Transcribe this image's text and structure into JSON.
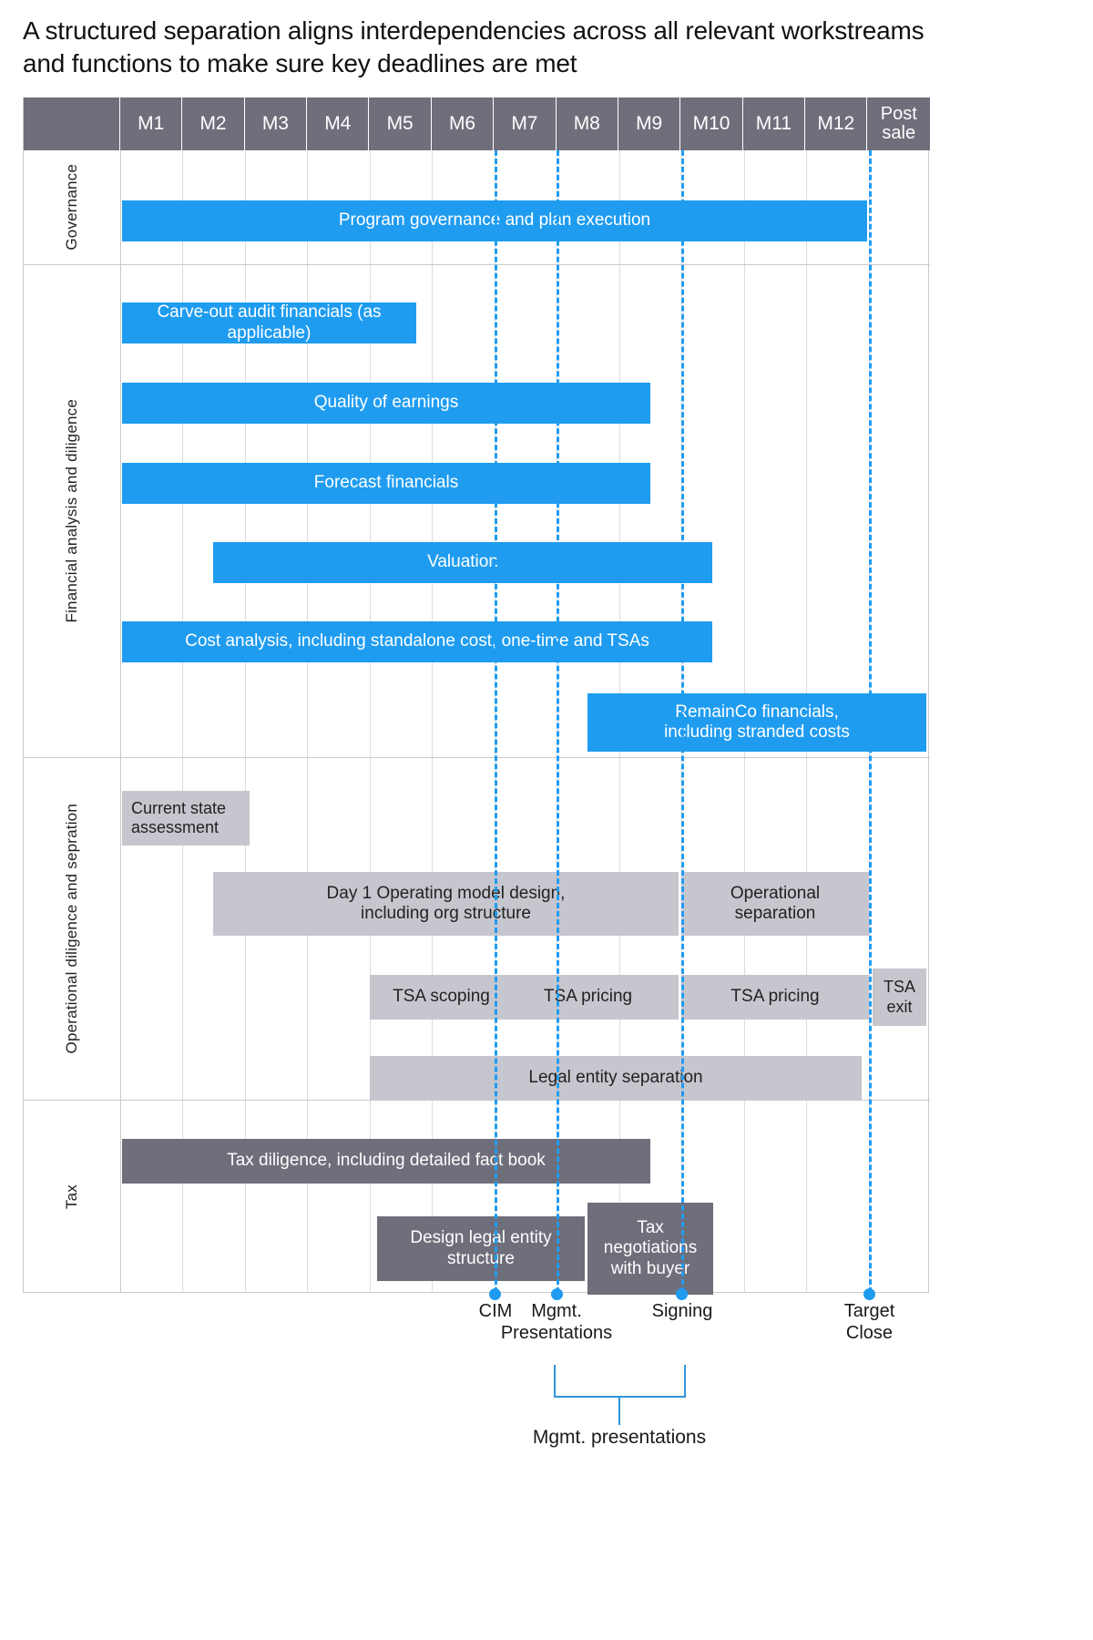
{
  "title": "A structured separation aligns interdependencies across all relevant workstreams and functions to make sure key deadlines are met",
  "colors": {
    "blue": "#1f9cf0",
    "grey": "#c6c6ce",
    "dark": "#6f6f7b",
    "grid": "#dcdcdc",
    "milestone": "#1f9cf0",
    "bracket": "#2f95d8"
  },
  "header": {
    "row_label_header": "",
    "columns": [
      "M1",
      "M2",
      "M3",
      "M4",
      "M5",
      "M6",
      "M7",
      "M8",
      "M9",
      "M10",
      "M11",
      "M12",
      "Post\nsale"
    ]
  },
  "lanes": [
    {
      "label": "Governance"
    },
    {
      "label": "Financial analysis and diligence"
    },
    {
      "label": "Operational diligence and sepration"
    },
    {
      "label": "Tax"
    }
  ],
  "bars": [
    {
      "lane": "Governance",
      "label": "Program governance and plan execution",
      "style": "blue",
      "start": "M1",
      "end": "M12"
    },
    {
      "lane": "Financial analysis and diligence",
      "label": "Carve-out audit financials (as applicable)",
      "style": "blue",
      "start": "M1",
      "end": "M6"
    },
    {
      "lane": "Financial analysis and diligence",
      "label": "Quality of earnings",
      "style": "blue",
      "start": "M1",
      "end": "M9"
    },
    {
      "lane": "Financial analysis and diligence",
      "label": "Forecast financials",
      "style": "blue",
      "start": "M1",
      "end": "M9"
    },
    {
      "lane": "Financial analysis and diligence",
      "label": "Valuation",
      "style": "blue",
      "start": "M2",
      "end": "M10"
    },
    {
      "lane": "Financial analysis and diligence",
      "label": "Cost analysis, including standalone cost, one-time and TSAs",
      "style": "blue",
      "start": "M1",
      "end": "M10"
    },
    {
      "lane": "Financial analysis and diligence",
      "label": "RemainCo financials,\nincluding stranded costs",
      "style": "blue",
      "start": "M8",
      "end": "Post sale"
    },
    {
      "lane": "Operational diligence and sepration",
      "label": "Current state\nassessment",
      "style": "grey",
      "start": "M1",
      "end": "M2"
    },
    {
      "lane": "Operational diligence and sepration",
      "label": "Day 1 Operating model design,\nincluding org structure",
      "style": "grey",
      "start": "M2",
      "end": "M9"
    },
    {
      "lane": "Operational diligence and sepration",
      "label": "Operational\nseparation",
      "style": "grey",
      "start": "M9",
      "end": "M12"
    },
    {
      "lane": "Operational diligence and sepration",
      "label": "TSA scoping",
      "style": "grey",
      "start": "M5",
      "end": "M7"
    },
    {
      "lane": "Operational diligence and sepration",
      "label": "TSA pricing",
      "style": "grey",
      "start": "M7",
      "end": "M9"
    },
    {
      "lane": "Operational diligence and sepration",
      "label": "TSA pricing",
      "style": "grey",
      "start": "M9",
      "end": "M12"
    },
    {
      "lane": "Operational diligence and sepration",
      "label": "TSA\nexit",
      "style": "grey",
      "start": "Post sale",
      "end": "Post sale"
    },
    {
      "lane": "Operational diligence and sepration",
      "label": "Legal entity separation",
      "style": "grey",
      "start": "M5",
      "end": "M12"
    },
    {
      "lane": "Tax",
      "label": "Tax diligence, including detailed fact book",
      "style": "dark",
      "start": "M1",
      "end": "M9"
    },
    {
      "lane": "Tax",
      "label": "Design legal entity\nstructure",
      "style": "dark",
      "start": "M5",
      "end": "M8"
    },
    {
      "lane": "Tax",
      "label": "Tax\nnegotiations\nwith buyer",
      "style": "dark",
      "start": "M8",
      "end": "M10"
    }
  ],
  "milestones": [
    {
      "name": "cim",
      "label": "CIM",
      "at": "M7 end"
    },
    {
      "name": "mgmt-presentations",
      "label": "Mgmt.\nPresentations",
      "at": "M8 end"
    },
    {
      "name": "signing",
      "label": "Signing",
      "at": "M9 end"
    },
    {
      "name": "target-close",
      "label": "Target\nClose",
      "at": "M12 end"
    }
  ],
  "bracket": {
    "label": "Mgmt. presentations",
    "from": "Mgmt. Presentations",
    "to": "Signing"
  },
  "chart_data": {
    "type": "bar",
    "subtype": "gantt",
    "title": "A structured separation aligns interdependencies across all relevant workstreams and functions to make sure key deadlines are met",
    "xlabel": "",
    "ylabel": "",
    "categories": [
      "M1",
      "M2",
      "M3",
      "M4",
      "M5",
      "M6",
      "M7",
      "M8",
      "M9",
      "M10",
      "M11",
      "M12",
      "Post sale"
    ],
    "xlim": [
      0,
      13
    ],
    "grid": true,
    "legend": "none",
    "series": [
      {
        "name": "Program governance and plan execution",
        "lane": "Governance",
        "color": "#1f9cf0",
        "start": 0,
        "end": 12
      },
      {
        "name": "Carve-out audit financials (as applicable)",
        "lane": "Financial analysis and diligence",
        "color": "#1f9cf0",
        "start": 0,
        "end": 6.3
      },
      {
        "name": "Quality of earnings",
        "lane": "Financial analysis and diligence",
        "color": "#1f9cf0",
        "start": 0,
        "end": 9
      },
      {
        "name": "Forecast financials",
        "lane": "Financial analysis and diligence",
        "color": "#1f9cf0",
        "start": 0,
        "end": 9
      },
      {
        "name": "Valuation",
        "lane": "Financial analysis and diligence",
        "color": "#1f9cf0",
        "start": 1.5,
        "end": 10
      },
      {
        "name": "Cost analysis, including standalone cost, one-time and TSAs",
        "lane": "Financial analysis and diligence",
        "color": "#1f9cf0",
        "start": 0,
        "end": 10
      },
      {
        "name": "RemainCo financials, including stranded costs",
        "lane": "Financial analysis and diligence",
        "color": "#1f9cf0",
        "start": 7.5,
        "end": 13
      },
      {
        "name": "Current state assessment",
        "lane": "Operational diligence and sepration",
        "color": "#c6c6ce",
        "start": 0,
        "end": 2
      },
      {
        "name": "Day 1 Operating model design, including org structure",
        "lane": "Operational diligence and sepration",
        "color": "#c6c6ce",
        "start": 1.5,
        "end": 9
      },
      {
        "name": "Operational separation",
        "lane": "Operational diligence and sepration",
        "color": "#c6c6ce",
        "start": 9,
        "end": 12
      },
      {
        "name": "TSA scoping",
        "lane": "Operational diligence and sepration",
        "color": "#c6c6ce",
        "start": 4,
        "end": 6
      },
      {
        "name": "TSA pricing",
        "lane": "Operational diligence and sepration",
        "color": "#c6c6ce",
        "start": 6,
        "end": 9
      },
      {
        "name": "TSA pricing",
        "lane": "Operational diligence and sepration",
        "color": "#c6c6ce",
        "start": 9,
        "end": 12
      },
      {
        "name": "TSA exit",
        "lane": "Operational diligence and sepration",
        "color": "#c6c6ce",
        "start": 12.1,
        "end": 13
      },
      {
        "name": "Legal entity separation",
        "lane": "Operational diligence and sepration",
        "color": "#c6c6ce",
        "start": 4,
        "end": 12
      },
      {
        "name": "Tax diligence, including detailed fact book",
        "lane": "Tax",
        "color": "#6f6f7b",
        "start": 0,
        "end": 9
      },
      {
        "name": "Design legal entity structure",
        "lane": "Tax",
        "color": "#6f6f7b",
        "start": 4,
        "end": 8
      },
      {
        "name": "Tax negotiations with buyer",
        "lane": "Tax",
        "color": "#6f6f7b",
        "start": 8,
        "end": 10
      }
    ],
    "annotations": [
      {
        "label": "CIM",
        "x": 6
      },
      {
        "label": "Mgmt. Presentations",
        "x": 7
      },
      {
        "label": "Signing",
        "x": 9
      },
      {
        "label": "Target Close",
        "x": 12
      },
      {
        "label": "Mgmt. presentations",
        "span": [
          7,
          9
        ]
      }
    ]
  }
}
